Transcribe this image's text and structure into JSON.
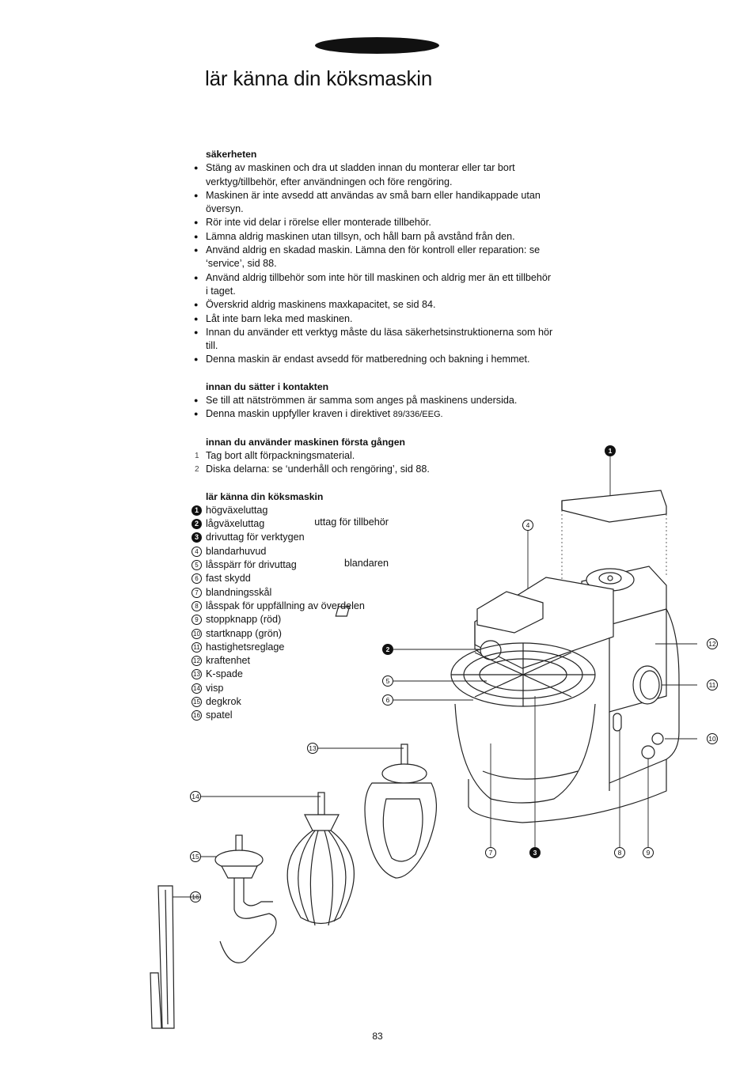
{
  "page": {
    "title": "lär känna din köksmaskin",
    "page_number": "83"
  },
  "safety": {
    "heading": "säkerheten",
    "items": [
      "Stäng av maskinen och dra ut sladden innan du monterar eller tar bort verktyg/tillbehör, efter användningen och före rengöring.",
      "Maskinen är inte avsedd att användas av små barn eller handikappade utan översyn.",
      "Rör inte vid delar i rörelse eller monterade tillbehör.",
      "Lämna aldrig maskinen utan tillsyn, och håll barn på avstånd från den.",
      "Använd aldrig en skadad maskin. Lämna den för kontroll eller reparation: se ‘service’, sid 88.",
      "Använd aldrig tillbehör som inte hör till maskinen och aldrig mer än ett tillbehör i taget.",
      "Överskrid aldrig maskinens maxkapacitet, se sid 84.",
      "Låt inte barn leka med maskinen.",
      "Innan du använder ett verktyg måste du läsa säkerhetsinstruktionerna som hör till.",
      "Denna maskin är endast avsedd för matberedning och bakning i hemmet."
    ]
  },
  "before_plugging": {
    "heading": "innan du sätter i kontakten",
    "items": [
      "Se till att nätströmmen är samma som anges på maskinens undersida.",
      "Denna maskin uppfyller kraven i direktivet"
    ],
    "directive": "89/336/EEG."
  },
  "first_use": {
    "heading": "innan du använder maskinen första gången",
    "steps": [
      {
        "num": "1",
        "text": "Tag bort allt förpackningsmaterial."
      },
      {
        "num": "2",
        "text": "Diska delarna: se ‘underhåll och rengöring’, sid 88."
      }
    ]
  },
  "parts": {
    "heading": "lär känna din köksmaskin",
    "group_outlets": "uttag för tillbehör",
    "group_mixer": "blandaren",
    "items": [
      {
        "num": "1",
        "label": "högväxeluttag"
      },
      {
        "num": "2",
        "label": "lågväxeluttag"
      },
      {
        "num": "3",
        "label": "drivuttag för verktygen"
      },
      {
        "num": "4",
        "label": "blandarhuvud"
      },
      {
        "num": "5",
        "label": "låsspärr för drivuttag"
      },
      {
        "num": "6",
        "label": "fast skydd"
      },
      {
        "num": "7",
        "label": "blandningsskål"
      },
      {
        "num": "8",
        "label": "låsspak för uppfällning av överdelen"
      },
      {
        "num": "9",
        "label": "stoppknapp (röd)"
      },
      {
        "num": "10",
        "label": "startknapp (grön)"
      },
      {
        "num": "11",
        "label": "hastighetsreglage"
      },
      {
        "num": "12",
        "label": "kraftenhet"
      },
      {
        "num": "13",
        "label": "K-spade"
      },
      {
        "num": "14",
        "label": "visp"
      },
      {
        "num": "15",
        "label": "degkrok"
      },
      {
        "num": "16",
        "label": "spatel"
      }
    ]
  },
  "callouts": {
    "c1": "1",
    "c2": "2",
    "c3": "3",
    "c4": "4",
    "c5": "5",
    "c6": "6",
    "c7": "7",
    "c8": "8",
    "c9": "9",
    "c10": "10",
    "c11": "11",
    "c12": "12",
    "c13": "13",
    "c14": "14",
    "c15": "15",
    "c16": "16"
  }
}
